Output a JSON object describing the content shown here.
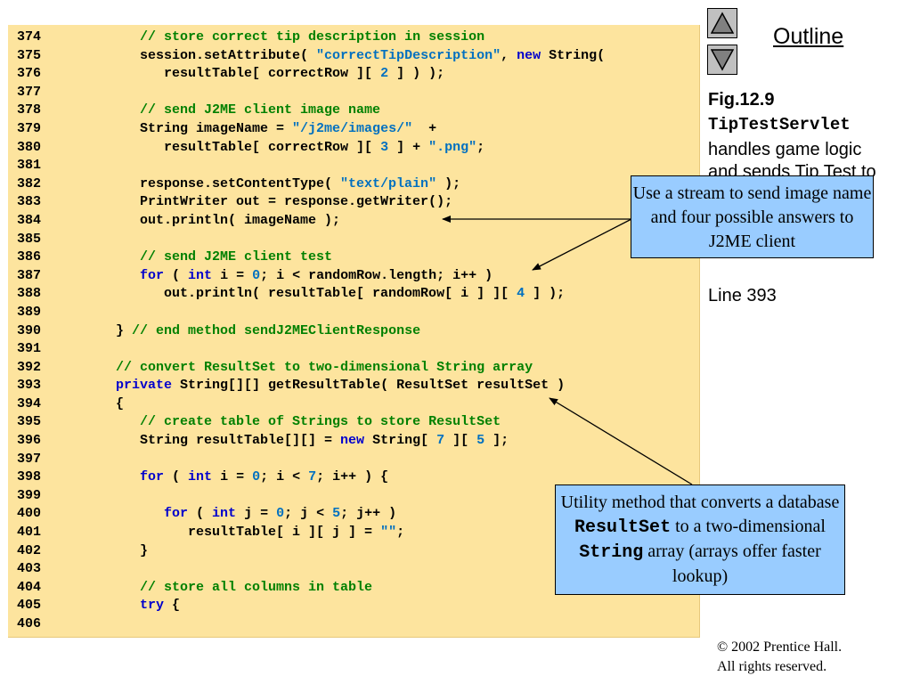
{
  "nav": {
    "up_icon": "triangle-up-icon",
    "down_icon": "triangle-down-icon"
  },
  "outline_title": "Outline",
  "figure": {
    "label": "Fig.12.9",
    "class_name": "TipTestServlet",
    "desc_line1": "handles game logic",
    "desc_line2": "and sends Tip Test to"
  },
  "line_ref": "Line 393",
  "callouts": {
    "stream": "Use a stream to send image name and four possible answers to J2ME client",
    "utility": {
      "part1": "Utility method that converts a database ",
      "code1": "ResultSet",
      "part2": " to a two-dimensional ",
      "code2": "String",
      "part3": " array (arrays offer faster lookup)"
    }
  },
  "copyright": {
    "line1": "© 2002 Prentice Hall.",
    "line2": "All rights reserved."
  },
  "colors": {
    "code_bg": "#fde49e",
    "comment": "#008000",
    "keyword": "#0000cc",
    "literal": "#0070c0",
    "callout_bg": "#99ccff"
  },
  "code_lines": [
    {
      "num": "374",
      "tokens": [
        [
          "p",
          "      "
        ],
        [
          "c",
          "// store correct tip description in session"
        ]
      ]
    },
    {
      "num": "375",
      "tokens": [
        [
          "p",
          "      session.setAttribute( "
        ],
        [
          "s",
          "\"correctTipDescription\""
        ],
        [
          "p",
          ", "
        ],
        [
          "k",
          "new"
        ],
        [
          "p",
          " String("
        ]
      ]
    },
    {
      "num": "376",
      "tokens": [
        [
          "p",
          "         resultTable[ correctRow ][ "
        ],
        [
          "n",
          "2"
        ],
        [
          "p",
          " ] ) );"
        ]
      ]
    },
    {
      "num": "377",
      "tokens": []
    },
    {
      "num": "378",
      "tokens": [
        [
          "p",
          "      "
        ],
        [
          "c",
          "// send J2ME client image name"
        ]
      ]
    },
    {
      "num": "379",
      "tokens": [
        [
          "p",
          "      String imageName = "
        ],
        [
          "s",
          "\"/j2me/images/\""
        ],
        [
          "p",
          "  +"
        ]
      ]
    },
    {
      "num": "380",
      "tokens": [
        [
          "p",
          "         resultTable[ correctRow ][ "
        ],
        [
          "n",
          "3"
        ],
        [
          "p",
          " ] + "
        ],
        [
          "s",
          "\".png\""
        ],
        [
          "p",
          ";"
        ]
      ]
    },
    {
      "num": "381",
      "tokens": []
    },
    {
      "num": "382",
      "tokens": [
        [
          "p",
          "      response.setContentType( "
        ],
        [
          "s",
          "\"text/plain\""
        ],
        [
          "p",
          " );"
        ]
      ]
    },
    {
      "num": "383",
      "tokens": [
        [
          "p",
          "      PrintWriter out = response.getWriter();"
        ]
      ]
    },
    {
      "num": "384",
      "tokens": [
        [
          "p",
          "      out.println( imageName );"
        ]
      ]
    },
    {
      "num": "385",
      "tokens": []
    },
    {
      "num": "386",
      "tokens": [
        [
          "p",
          "      "
        ],
        [
          "c",
          "// send J2ME client test"
        ]
      ]
    },
    {
      "num": "387",
      "tokens": [
        [
          "p",
          "      "
        ],
        [
          "k",
          "for"
        ],
        [
          "p",
          " ( "
        ],
        [
          "k",
          "int"
        ],
        [
          "p",
          " i = "
        ],
        [
          "n",
          "0"
        ],
        [
          "p",
          "; i < randomRow.length; i++ )"
        ]
      ]
    },
    {
      "num": "388",
      "tokens": [
        [
          "p",
          "         out.println( resultTable[ randomRow[ i ] ][ "
        ],
        [
          "n",
          "4"
        ],
        [
          "p",
          " ] );"
        ]
      ]
    },
    {
      "num": "389",
      "tokens": []
    },
    {
      "num": "390",
      "tokens": [
        [
          "p",
          "   } "
        ],
        [
          "c",
          "// end method sendJ2MEClientResponse"
        ]
      ]
    },
    {
      "num": "391",
      "tokens": []
    },
    {
      "num": "392",
      "tokens": [
        [
          "p",
          "   "
        ],
        [
          "c",
          "// convert ResultSet to two-dimensional String array"
        ]
      ]
    },
    {
      "num": "393",
      "tokens": [
        [
          "p",
          "   "
        ],
        [
          "k",
          "private"
        ],
        [
          "p",
          " String[][] getResultTable( ResultSet resultSet )"
        ]
      ]
    },
    {
      "num": "394",
      "tokens": [
        [
          "p",
          "   {"
        ]
      ]
    },
    {
      "num": "395",
      "tokens": [
        [
          "p",
          "      "
        ],
        [
          "c",
          "// create table of Strings to store ResultSet"
        ]
      ]
    },
    {
      "num": "396",
      "tokens": [
        [
          "p",
          "      String resultTable[][] = "
        ],
        [
          "k",
          "new"
        ],
        [
          "p",
          " String[ "
        ],
        [
          "n",
          "7"
        ],
        [
          "p",
          " ][ "
        ],
        [
          "n",
          "5"
        ],
        [
          "p",
          " ];"
        ]
      ]
    },
    {
      "num": "397",
      "tokens": []
    },
    {
      "num": "398",
      "tokens": [
        [
          "p",
          "      "
        ],
        [
          "k",
          "for"
        ],
        [
          "p",
          " ( "
        ],
        [
          "k",
          "int"
        ],
        [
          "p",
          " i = "
        ],
        [
          "n",
          "0"
        ],
        [
          "p",
          "; i < "
        ],
        [
          "n",
          "7"
        ],
        [
          "p",
          "; i++ ) {"
        ]
      ]
    },
    {
      "num": "399",
      "tokens": []
    },
    {
      "num": "400",
      "tokens": [
        [
          "p",
          "         "
        ],
        [
          "k",
          "for"
        ],
        [
          "p",
          " ( "
        ],
        [
          "k",
          "int"
        ],
        [
          "p",
          " j = "
        ],
        [
          "n",
          "0"
        ],
        [
          "p",
          "; j < "
        ],
        [
          "n",
          "5"
        ],
        [
          "p",
          "; j++ )"
        ]
      ]
    },
    {
      "num": "401",
      "tokens": [
        [
          "p",
          "            resultTable[ i ][ j ] = "
        ],
        [
          "s",
          "\"\""
        ],
        [
          "p",
          ";"
        ]
      ]
    },
    {
      "num": "402",
      "tokens": [
        [
          "p",
          "      }"
        ]
      ]
    },
    {
      "num": "403",
      "tokens": []
    },
    {
      "num": "404",
      "tokens": [
        [
          "p",
          "      "
        ],
        [
          "c",
          "// store all columns in table"
        ]
      ]
    },
    {
      "num": "405",
      "tokens": [
        [
          "p",
          "      "
        ],
        [
          "k",
          "try"
        ],
        [
          "p",
          " {"
        ]
      ]
    },
    {
      "num": "406",
      "tokens": []
    }
  ]
}
